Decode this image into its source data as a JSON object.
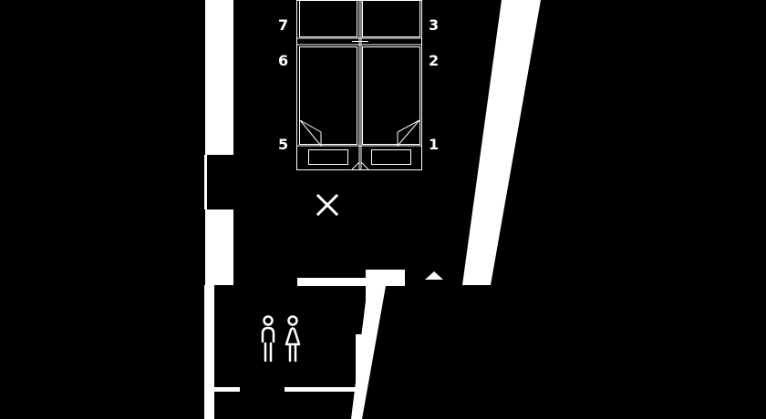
{
  "floor_plan": {
    "colors": {
      "background": "#000000",
      "walls": "#ffffff"
    },
    "bed_labels": {
      "left_top": "7",
      "left_middle": "6",
      "left_bottom": "5",
      "right_top": "3",
      "right_middle": "2",
      "right_bottom": "1"
    },
    "icons": {
      "exit_marker": "x-mark-icon",
      "restroom": "restroom-icon",
      "door_direction": "triangle-up-icon"
    }
  }
}
